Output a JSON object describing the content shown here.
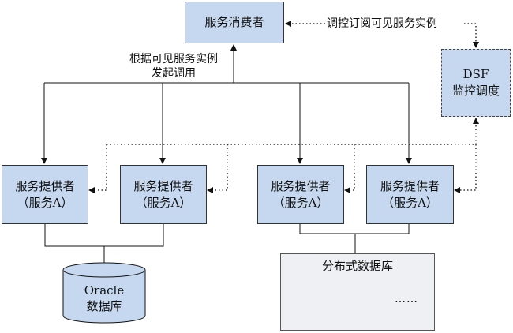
{
  "consumer": {
    "label": "服务消费者"
  },
  "monitor_link": {
    "label": "调控订阅可见服务实例"
  },
  "dsf": {
    "line1": "DSF",
    "line2": "监控调度"
  },
  "invoke_note": {
    "line1": "根据可见服务实例",
    "line2": "发起调用"
  },
  "providers": [
    {
      "line1": "服务提供者",
      "line2": "（服务A）"
    },
    {
      "line1": "服务提供者",
      "line2": "（服务A）"
    },
    {
      "line1": "服务提供者",
      "line2": "（服务A）"
    },
    {
      "line1": "服务提供者",
      "line2": "（服务A）"
    }
  ],
  "oracle_db": {
    "line1": "Oracle",
    "line2": "数据库"
  },
  "distributed_db": {
    "title": "分布式数据库",
    "more": "……"
  }
}
